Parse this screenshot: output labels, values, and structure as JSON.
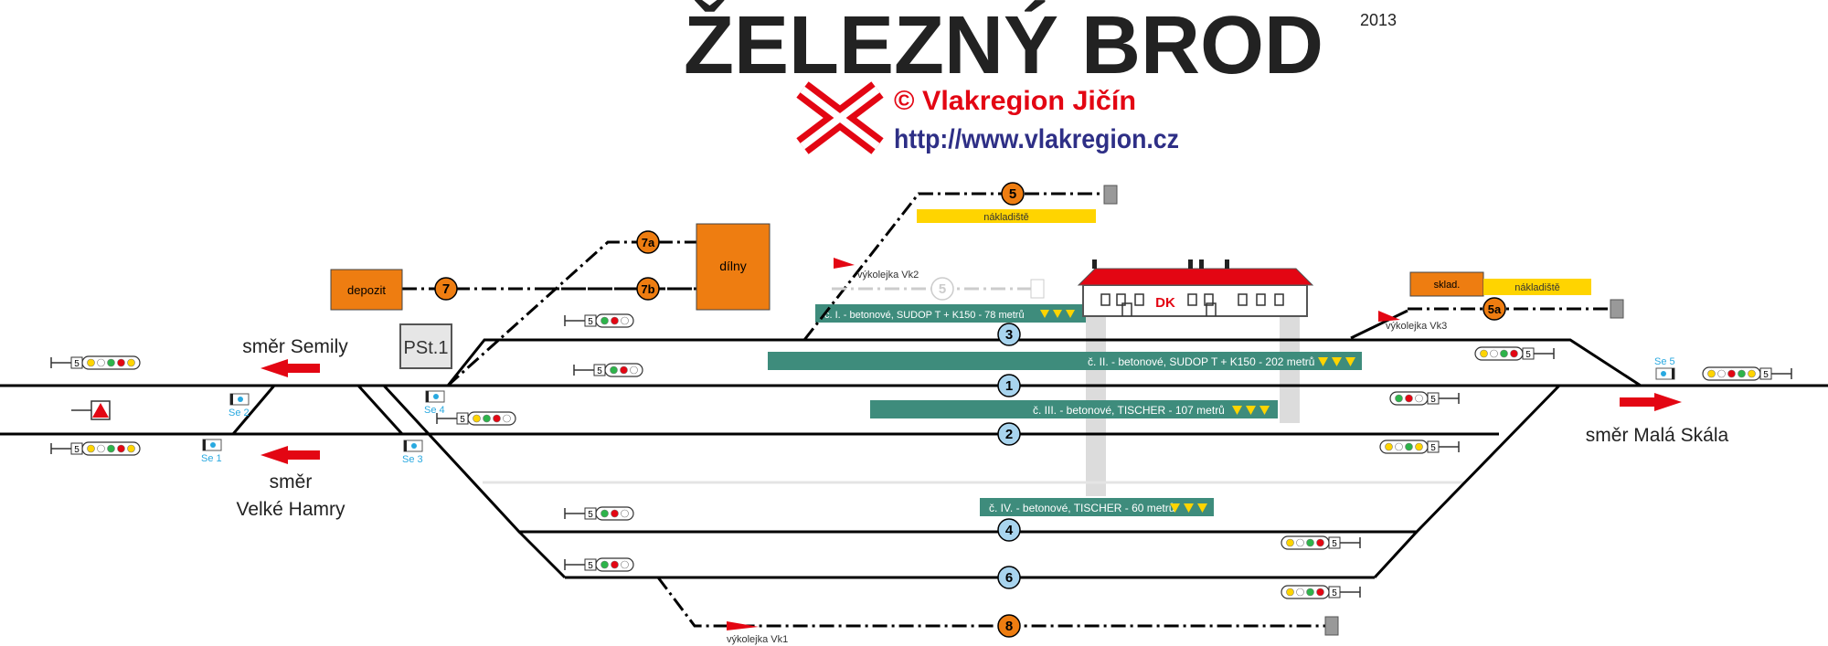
{
  "header": {
    "title": "ŽELEZNÝ BROD",
    "year": "2013",
    "copyright": "© Vlakregion Jičín",
    "url": "http://www.vlakregion.cz"
  },
  "colors": {
    "orange": "#ee7d11",
    "red": "#e30613",
    "teal": "#3e8c7c",
    "yellow": "#ffd400",
    "light_blue": "#a8d4ee",
    "navy": "#2e2f86",
    "cyan_text": "#29a9e0"
  },
  "directions": {
    "semily": "směr Semily",
    "hamry_1": "směr",
    "hamry_2": "Velké Hamry",
    "mala_skala": "směr Malá Skála"
  },
  "tracks": {
    "t1": "1",
    "t2": "2",
    "t3": "3",
    "t4": "4",
    "t6": "6",
    "t5": "5",
    "t5_ghost": "5",
    "t5a": "5a",
    "t7": "7",
    "t7a": "7a",
    "t7b": "7b",
    "t8": "8"
  },
  "platforms": {
    "p1": "č. I. - betonové, SUDOP T + K150 - 78 metrů",
    "p2": "č. II. - betonové, SUDOP T + K150 -  202 metrů",
    "p3": "č. III. - betonové, TISCHER -  107 metrů",
    "p4": "č. IV. - betonové, TISCHER - 60 metrů"
  },
  "buildings": {
    "depozit": "depozit",
    "dilny": "dílny",
    "pst1": "PSt.1",
    "dk": "DK",
    "sklad": "sklad.",
    "nakladiste_1": "nákladiště",
    "nakladiste_2": "nákladiště"
  },
  "derailers": {
    "vk1": "výkolejka Vk1",
    "vk2": "výkolejka Vk2",
    "vk3": "výkolejka Vk3"
  },
  "interlocking": {
    "se1": "Se 1",
    "se2": "Se 2",
    "se3": "Se 3",
    "se4": "Se 4",
    "se5": "Se 5"
  },
  "signal_plate": "5"
}
